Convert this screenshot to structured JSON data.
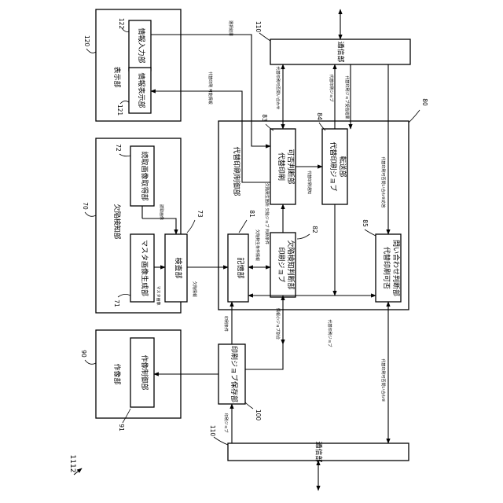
{
  "figure_label": "1112",
  "blocks": {
    "display": {
      "ref": "120",
      "title": "表示部",
      "input_ref": "122",
      "input_label": "情報入力部",
      "info_ref": "121",
      "info_label": "情報表示部"
    },
    "defect": {
      "ref": "70",
      "title": "欠陥検知部",
      "read_ref": "72",
      "read_label": "読取画像取得部",
      "master_ref": "71",
      "master_label": "マスタ画像生成部",
      "check_ref": "73",
      "check_label": "検査部"
    },
    "image": {
      "ref": "90",
      "title": "作像部",
      "ctrl_ref": "91",
      "ctrl_label": "作像制御部"
    },
    "comm_top": {
      "ref": "110",
      "label": "通信部"
    },
    "comm_bottom": {
      "ref": "110",
      "label": "通信部"
    },
    "job_store": {
      "ref": "100",
      "label": "印刷ジョブ保存部"
    },
    "alt_ctrl": {
      "ref": "80",
      "title": "代替印刷制御部",
      "storage_ref": "81",
      "storage_label": "記憶部",
      "defect_judge_ref": "82",
      "defect_judge_label": "印刷ジョブ欠陥検知判断部",
      "alt_judge_ref": "83",
      "alt_judge_label": "代替印刷可否判断部",
      "transfer_ref": "84",
      "transfer_label": "代替印刷ジョブ転送部",
      "inquiry_ref": "85",
      "inquiry_label": "代替印刷可否問い合わせ判断部"
    }
  },
  "signals": {
    "judge_result": "選択結果",
    "alt_print_info": "代替印刷 可能情報",
    "alt_inquiry_top": "代替印刷可否問い合わせ",
    "alt_job": "代替印刷ジョブ",
    "alt_receive": "代替印刷ジョブ受信結果",
    "read_image": "読取画像",
    "master_image": "マスタ画像",
    "defect_info": "欠陥情報",
    "defect_occurrence": "欠陥発生条件情報",
    "defect_job_info": "欠陥発生箇所 欠陥ジョブ 判断条件",
    "alt_notice": "代替印刷通知",
    "alt_inquiry_resp": "代替印刷可否問い合わせ応答",
    "print_cond": "印刷条件",
    "job_info": "情報小ジョブ割合",
    "alt_job2": "代替印刷ジョブ",
    "alt_inquiry_bottom": "代替印刷可否問い合わせ",
    "print_job": "印刷ジョブ"
  }
}
